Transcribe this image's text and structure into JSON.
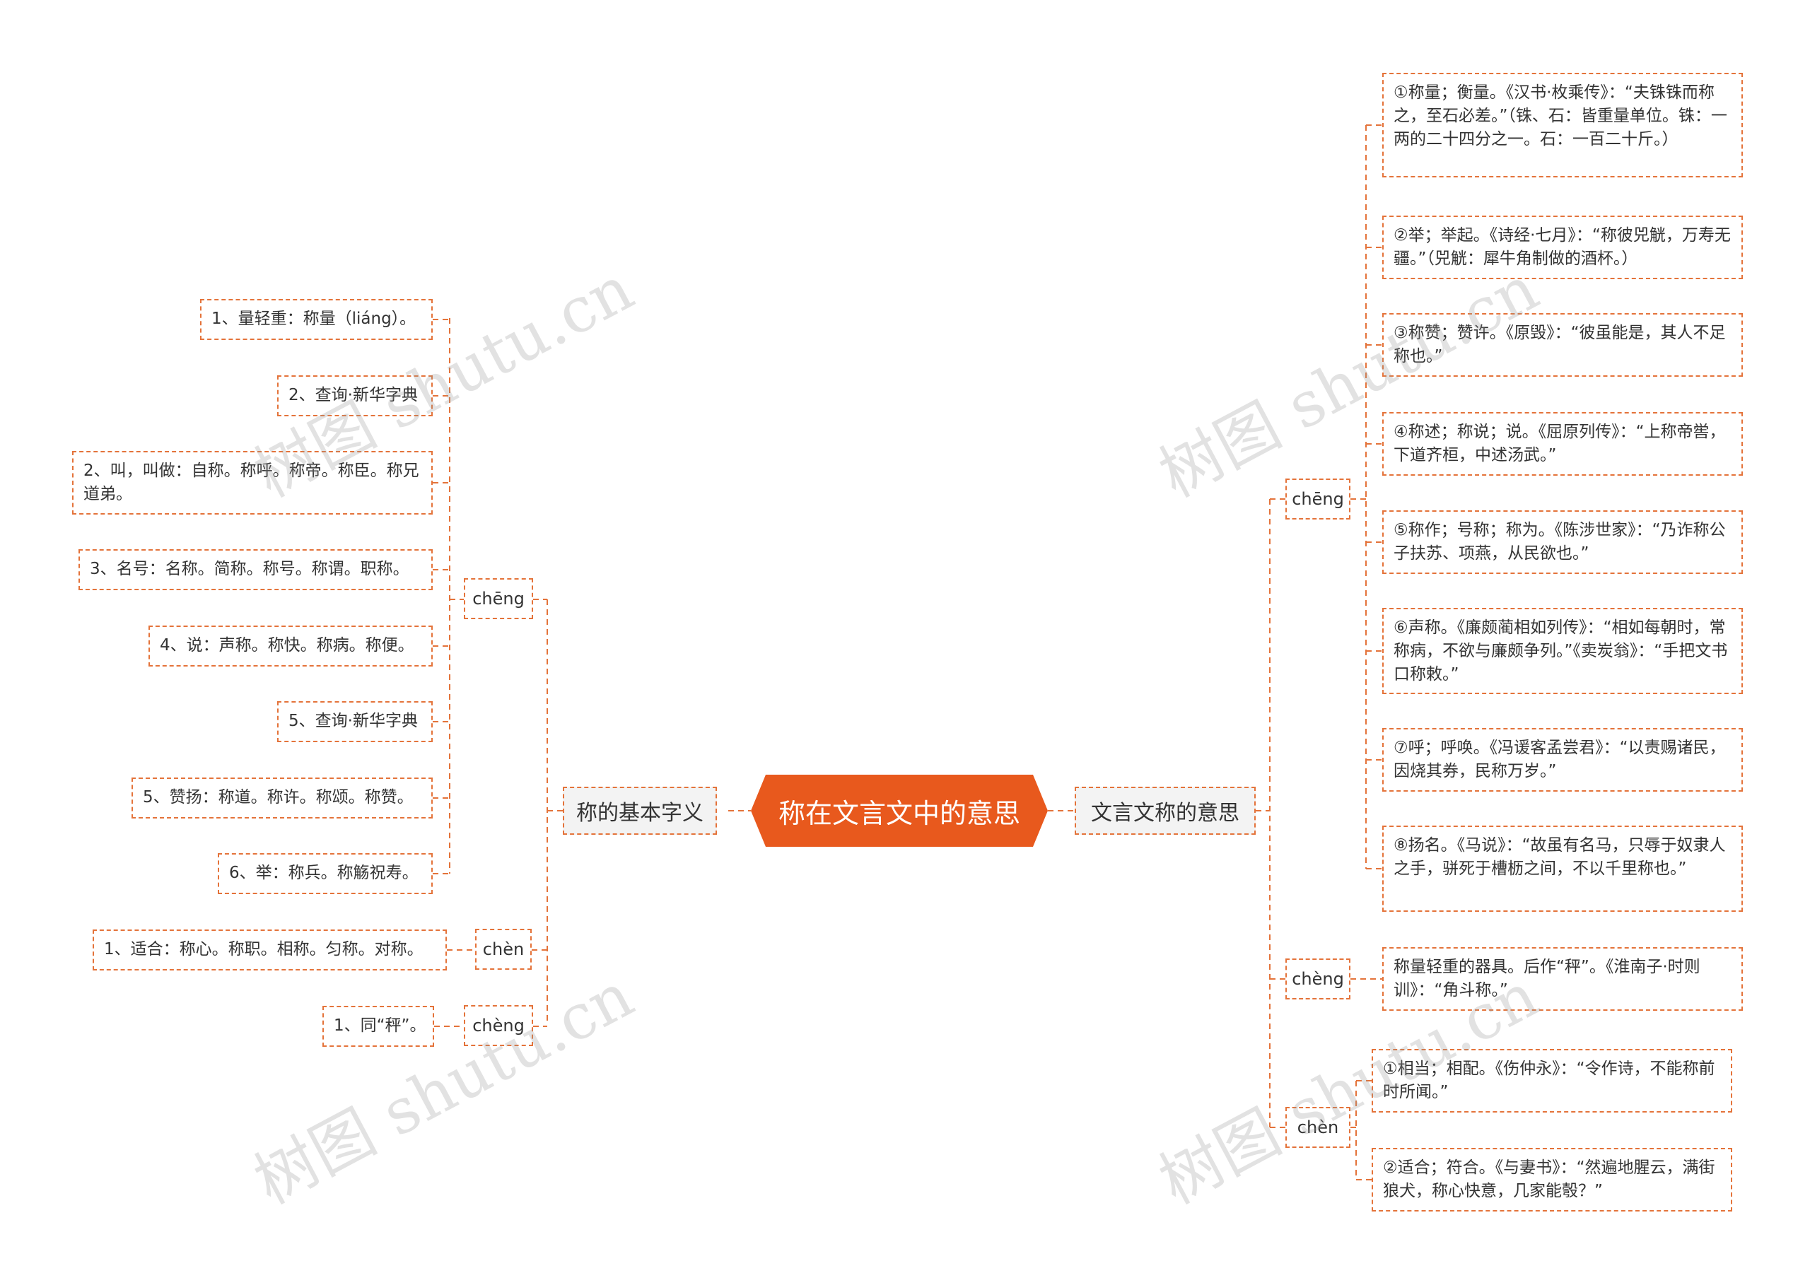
{
  "root": {
    "title": "称在文言文中的意思"
  },
  "left_branch": {
    "title": "称的基本字义",
    "groups": [
      {
        "pron": "chēng",
        "items": [
          "1、量轻重：称量（liáng）。",
          "2、查询·新华字典",
          "2、叫，叫做：自称。称呼。称帝。称臣。称兄道弟。",
          "3、名号：名称。简称。称号。称谓。职称。",
          "4、说：声称。称快。称病。称便。",
          "5、查询·新华字典",
          "5、赞扬：称道。称许。称颂。称赞。",
          "6、举：称兵。称觞祝寿。"
        ]
      },
      {
        "pron": "chèn",
        "items": [
          "1、适合：称心。称职。相称。匀称。对称。"
        ]
      },
      {
        "pron": "chèng",
        "items": [
          "1、同“秤”。"
        ]
      }
    ]
  },
  "right_branch": {
    "title": "文言文称的意思",
    "groups": [
      {
        "pron": "chēng",
        "items": [
          "①称量；衡量。《汉书·枚乘传》：“夫铢铢而称之，至石必差。”（铢、石：皆重量单位。铢：一两的二十四分之一。石：一百二十斤。）",
          "②举；举起。《诗经·七月》：“称彼兕觥，万寿无疆。”（兕觥：犀牛角制做的酒杯。）",
          "③称赞；赞许。《原毁》：“彼虽能是，其人不足称也。”",
          "④称述；称说；说。《屈原列传》：“上称帝喾，下道齐桓，中述汤武。”",
          "⑤称作；号称；称为。《陈涉世家》：“乃诈称公子扶苏、项燕，从民欲也。”",
          "⑥声称。《廉颇蔺相如列传》：“相如每朝时，常称病，不欲与廉颇争列。”《卖炭翁》：“手把文书口称敕。”",
          "⑦呼；呼唤。《冯谖客孟尝君》：“以责赐诸民，因烧其券，民称万岁。”",
          "⑧扬名。《马说》：“故虽有名马，只辱于奴隶人之手，骈死于槽枥之间，不以千里称也。”"
        ]
      },
      {
        "pron": "chèng",
        "items": [
          "称量轻重的器具。后作“秤”。《淮南子·时则训》：“角斗称。”"
        ]
      },
      {
        "pron": "chèn",
        "items": [
          "①相当；相配。《伤仲永》：“令作诗，不能称前时所闻。”",
          "②适合；符合。《与妻书》：“然遍地腥云，满街狼犬，称心快意，几家能彀？”"
        ]
      }
    ]
  },
  "watermark": "树图 shutu.cn",
  "colors": {
    "accent": "#e8591d",
    "border": "#e4733a",
    "branch_bg": "#f3f3f3"
  }
}
